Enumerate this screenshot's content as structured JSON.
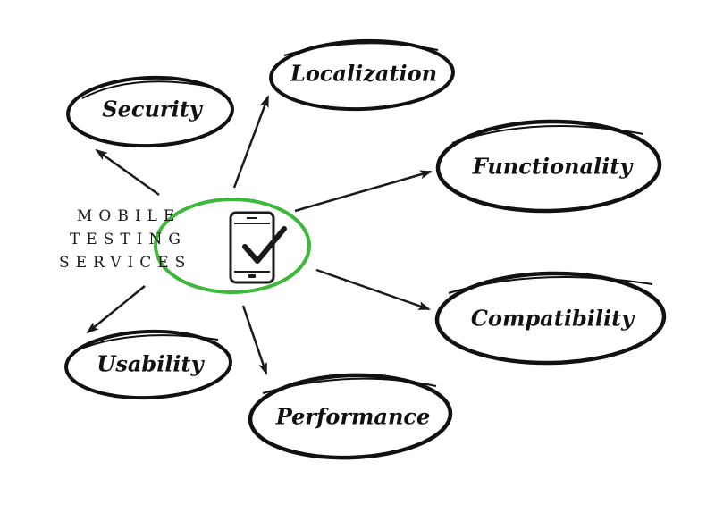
{
  "center": {
    "title_lines": [
      "MOBILE",
      "TESTING",
      "SERVICES"
    ],
    "icon": "smartphone-check-icon",
    "ring_color": "#3db83a"
  },
  "nodes": [
    {
      "id": "security",
      "label": "Security"
    },
    {
      "id": "localization",
      "label": "Localization"
    },
    {
      "id": "functionality",
      "label": "Functionality"
    },
    {
      "id": "compatibility",
      "label": "Compatibility"
    },
    {
      "id": "usability",
      "label": "Usability"
    },
    {
      "id": "performance",
      "label": "Performance"
    }
  ],
  "colors": {
    "stroke": "#111111",
    "arrow": "#1a1a1a"
  }
}
